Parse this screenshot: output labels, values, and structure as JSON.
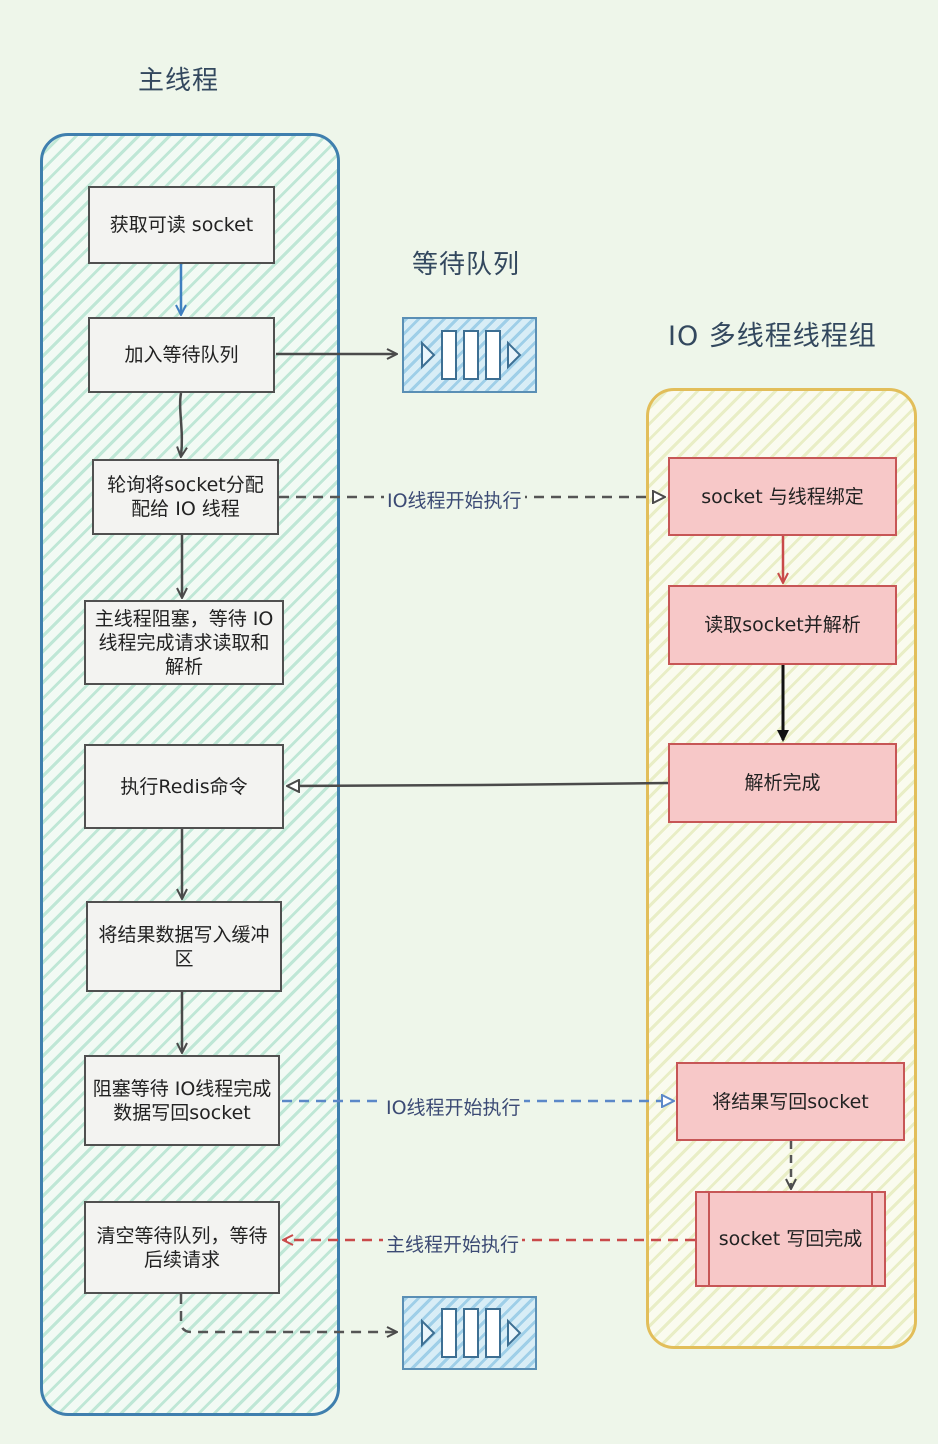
{
  "titles": {
    "main_thread": "主线程",
    "waiting_queue": "等待队列",
    "io_group": "IO 多线程线程组"
  },
  "main_steps": {
    "s1": "获取可读 socket",
    "s2": "加入等待队列",
    "s3": "轮询将socket分配配给 IO 线程",
    "s4": "主线程阻塞，等待 IO 线程完成请求读取和解析",
    "s5": "执行Redis命令",
    "s6": "将结果数据写入缓冲区",
    "s7": "阻塞等待 IO线程完成数据写回socket",
    "s8": "清空等待队列，等待后续请求"
  },
  "io_steps": {
    "r1": "socket 与线程绑定",
    "r2": "读取socket并解析",
    "r3": "解析完成",
    "r4": "将结果写回socket",
    "r5": "socket 写回完成"
  },
  "labels": {
    "io_start_1": "IO线程开始执行",
    "io_start_2": "IO线程开始执行",
    "main_start": "主线程开始执行"
  },
  "colors": {
    "main_lane": "#3f7fae",
    "io_lane": "#e2be5a",
    "io_box": "#f7c8c8"
  }
}
